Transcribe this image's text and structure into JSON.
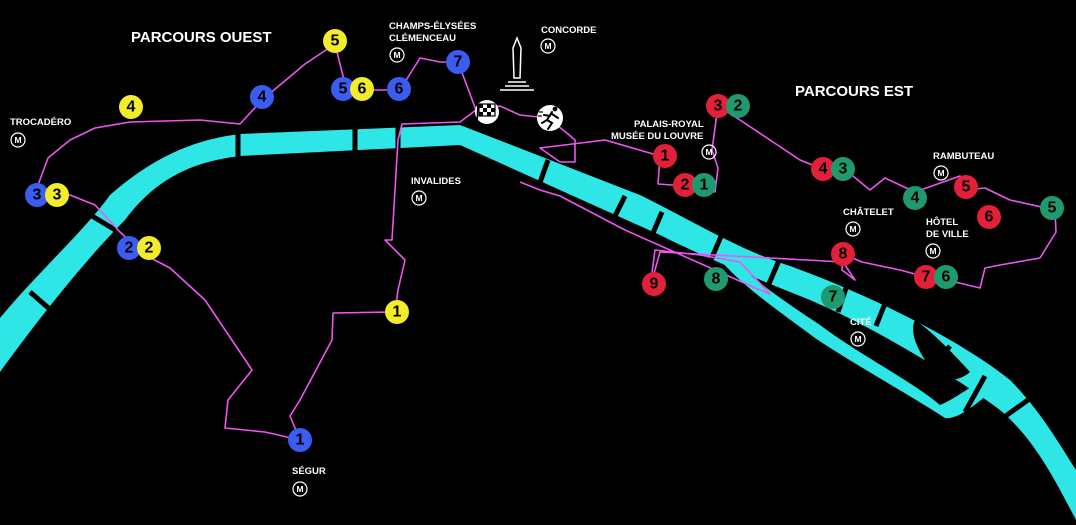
{
  "titles": {
    "west": "PARCOURS OUEST",
    "east": "PARCOURS EST"
  },
  "colors": {
    "background": "#000000",
    "river": "#2ee6e6",
    "route": "#ee55ee",
    "blue": "#3a5cf0",
    "yellow": "#f2ec2a",
    "red": "#e3203a",
    "green": "#1f9a6e"
  },
  "stations": {
    "trocadero": "TROCADÉRO",
    "champs_line1": "CHAMPS-ÉLYSÉES",
    "champs_line2": "CLÉMENCEAU",
    "concorde": "CONCORDE",
    "invalides": "INVALIDES",
    "segur": "SÉGUR",
    "palais_line1": "PALAIS-ROYAL",
    "palais_line2": "MUSÉE DU LOUVRE",
    "rambuteau": "RAMBUTEAU",
    "chatelet": "CHÂTELET",
    "hotel_line1": "HÔTEL",
    "hotel_line2": "DE VILLE",
    "cite": "CITÉ"
  },
  "metro_symbol": "M",
  "icons": {
    "finish": "checkered-flag-icon",
    "start": "runner-icon",
    "monument": "obelisk-icon"
  },
  "markers": {
    "blue": [
      "1",
      "2",
      "3",
      "4",
      "5",
      "6",
      "7"
    ],
    "yellow": [
      "1",
      "2",
      "3",
      "4",
      "5",
      "6"
    ],
    "red": [
      "1",
      "2",
      "3",
      "4",
      "5",
      "6",
      "7",
      "8",
      "9"
    ],
    "green": [
      "1",
      "2",
      "3",
      "4",
      "5",
      "6",
      "7",
      "8"
    ]
  }
}
